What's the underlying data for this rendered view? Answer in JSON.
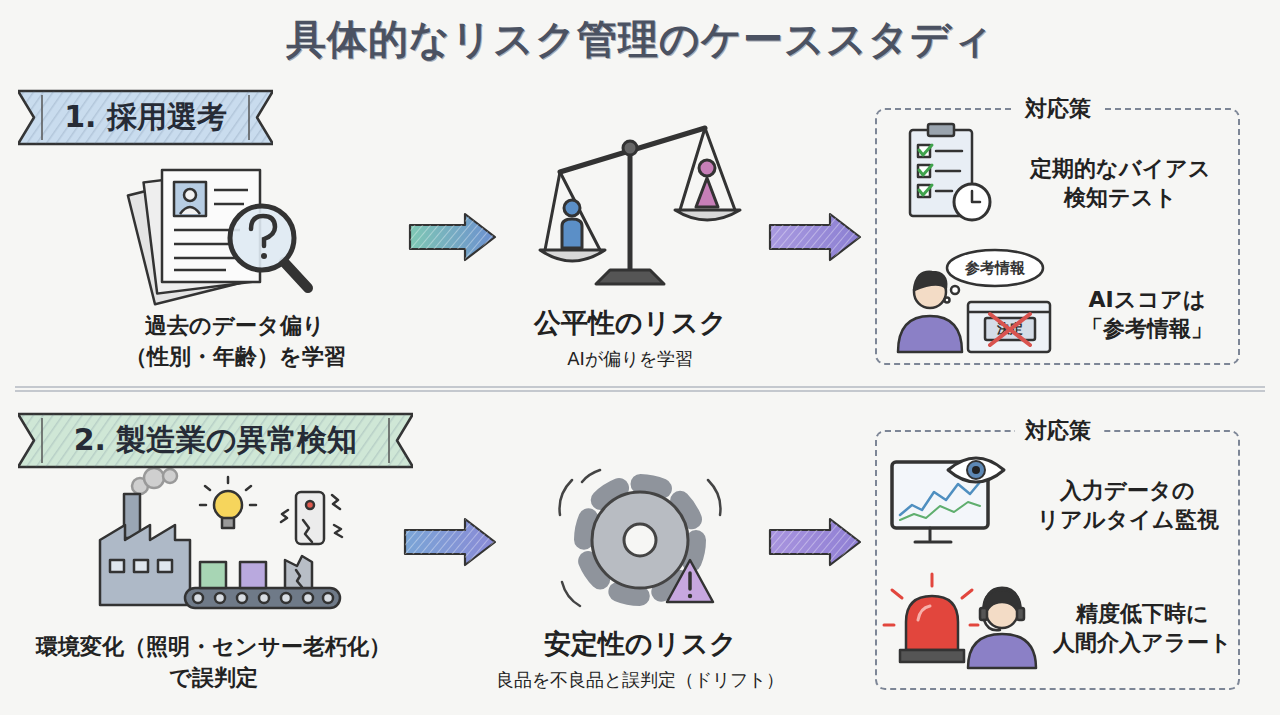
{
  "diagram": {
    "title": "具体的なリスク管理のケーススタディ",
    "nodes": [
      {
        "text": [
          "1. 採用選考"
        ]
      },
      {
        "text": [
          "過去のデータ偏り （性別・年齢）を学習"
        ]
      },
      {
        "text": [
          "公平性のリスク",
          "AIが偏りを学習"
        ]
      },
      {
        "text": [
          "対応策"
        ]
      },
      {
        "text": [
          "定期的なバイアス 検知テスト"
        ],
        "in": 3
      },
      {
        "text": [
          "AIスコアは 「参考情報」"
        ],
        "in": 3
      },
      {
        "text": [
          "2. 製造業の異常検知"
        ]
      },
      {
        "text": [
          "環境変化（照明・センサー老朽化） で誤判定"
        ]
      },
      {
        "text": [
          "安定性のリスク",
          "良品を不良品と誤判定（ドリフト）"
        ]
      },
      {
        "text": [
          "対応策"
        ]
      },
      {
        "text": [
          "入力データの リアルタイム監視"
        ],
        "in": 9
      },
      {
        "text": [
          "精度低下時に 人間介入アラート"
        ],
        "in": 9
      }
    ],
    "edges": [
      {
        "from": 1,
        "to": 2,
        "arrow": "to"
      },
      {
        "from": 2,
        "to": 3,
        "arrow": "to"
      },
      {
        "from": 7,
        "to": 8,
        "arrow": "to"
      },
      {
        "from": 8,
        "to": 9,
        "arrow": "to"
      }
    ],
    "labels": [
      "参考情報",
      "決定"
    ]
  }
}
